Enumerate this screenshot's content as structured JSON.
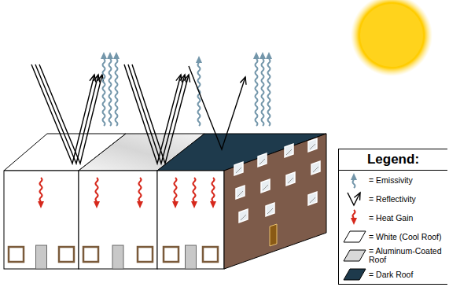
{
  "diagram": {
    "labels": [
      "Legend:"
    ],
    "legend": [
      {
        "text": "= Emissivity"
      },
      {
        "text": "= Reflectivity"
      },
      {
        "text": "= Heat Gain"
      },
      {
        "text": "= White (Cool Roof)",
        "color": "#ffffff"
      },
      {
        "text": "= Aluminum-Coated Roof",
        "color": "#d9d9d9"
      },
      {
        "text": "= Dark Roof",
        "color": "#1e3a4c"
      }
    ]
  }
}
